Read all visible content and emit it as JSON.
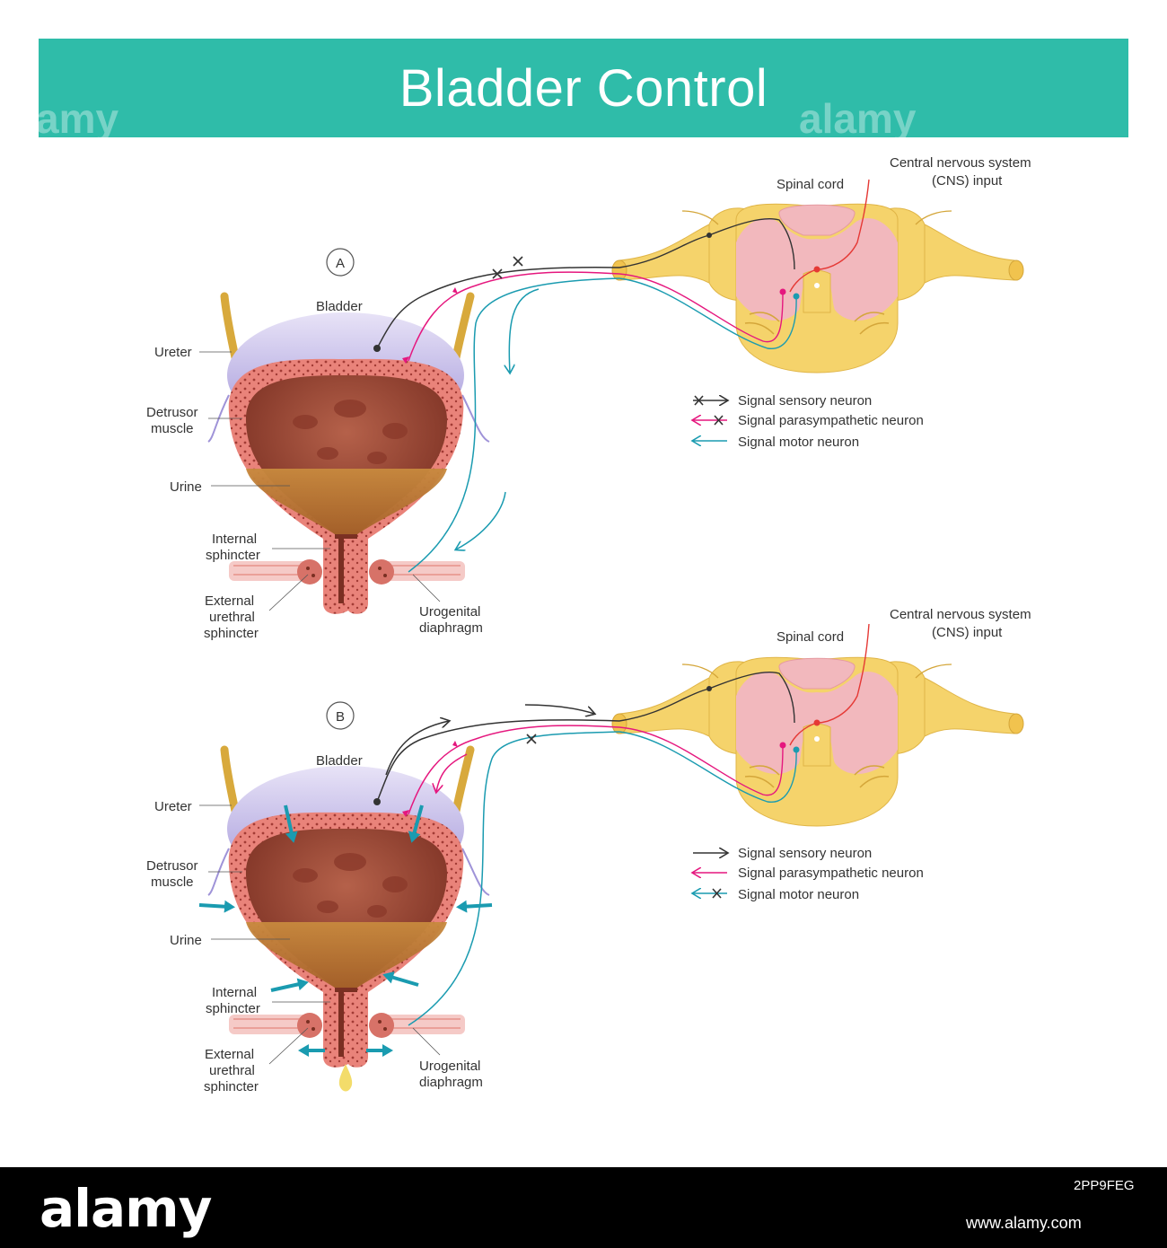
{
  "title": "Bladder Control",
  "watermark": "alamy",
  "footer": {
    "logo": "alamy",
    "image_id": "2PP9FEG",
    "url": "www.alamy.com"
  },
  "colors": {
    "banner": "#2fbca9",
    "sensory": "#333333",
    "parasympathetic": "#e5177e",
    "motor": "#1a9bb0",
    "cns": "#e53935",
    "spinal_cord": "#f5d36b",
    "grey_matter": "#f2b8bd",
    "bladder_wall": "#e9837a",
    "urine": "#b8732e"
  },
  "panels": [
    {
      "id": "A",
      "labels": {
        "bladder": "Bladder",
        "ureter": "Ureter",
        "detrusor_1": "Detrusor",
        "detrusor_2": "muscle",
        "urine": "Urine",
        "internal_1": "Internal",
        "internal_2": "sphincter",
        "external_1": "External",
        "external_2": "urethral",
        "external_3": "sphincter",
        "urogenital_1": "Urogenital",
        "urogenital_2": "diaphragm",
        "spinal_cord": "Spinal cord",
        "cns_1": "Central nervous system",
        "cns_2": "(CNS) input"
      },
      "legend": [
        {
          "label": "Signal sensory neuron",
          "color": "#333333",
          "marker": "arrow-x"
        },
        {
          "label": "Signal parasympathetic neuron",
          "color": "#e5177e",
          "marker": "arrow-x"
        },
        {
          "label": "Signal motor neuron",
          "color": "#1a9bb0",
          "marker": "arrow"
        }
      ]
    },
    {
      "id": "B",
      "labels": {
        "bladder": "Bladder",
        "ureter": "Ureter",
        "detrusor_1": "Detrusor",
        "detrusor_2": "muscle",
        "urine": "Urine",
        "internal_1": "Internal",
        "internal_2": "sphincter",
        "external_1": "External",
        "external_2": "urethral",
        "external_3": "sphincter",
        "urogenital_1": "Urogenital",
        "urogenital_2": "diaphragm",
        "spinal_cord": "Spinal cord",
        "cns_1": "Central nervous system",
        "cns_2": "(CNS) input"
      },
      "legend": [
        {
          "label": "Signal sensory neuron",
          "color": "#333333",
          "marker": "arrow"
        },
        {
          "label": "Signal parasympathetic neuron",
          "color": "#e5177e",
          "marker": "arrow"
        },
        {
          "label": "Signal motor neuron",
          "color": "#1a9bb0",
          "marker": "arrow-x"
        }
      ]
    }
  ]
}
